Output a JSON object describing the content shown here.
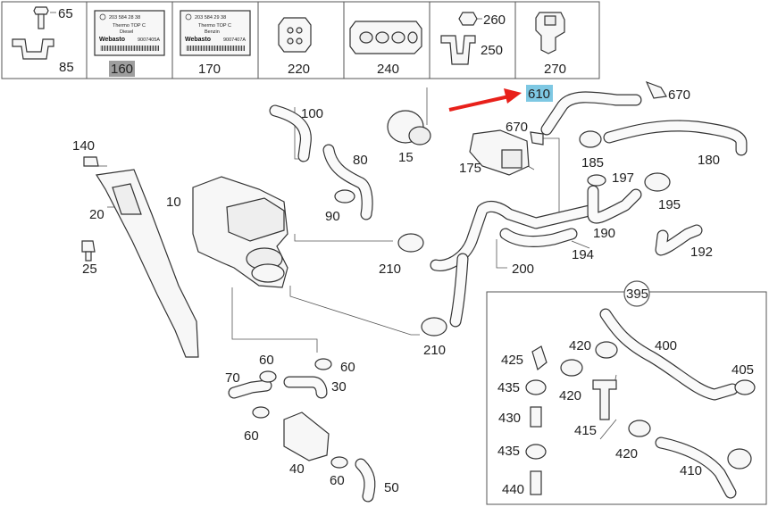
{
  "diagram": {
    "header_cells": [
      {
        "labels": [
          "65",
          "85"
        ]
      },
      {
        "label": "160",
        "highlighted": true,
        "sticker": {
          "code": "203 584 28 38",
          "line1": "Thermo TOP C",
          "line2": "Diesel",
          "brand": "Webasto",
          "partno": "9007405A"
        }
      },
      {
        "label": "170",
        "sticker": {
          "code": "203 584 29 38",
          "line1": "Thermo TOP C",
          "line2": "Benzin",
          "brand": "Webasto",
          "partno": "9007407A"
        }
      },
      {
        "label": "220"
      },
      {
        "label": "240"
      },
      {
        "labels": [
          "260",
          "250"
        ]
      },
      {
        "label": "270"
      }
    ],
    "callouts": [
      "610",
      "670",
      "670",
      "100",
      "80",
      "15",
      "175",
      "185",
      "180",
      "197",
      "195",
      "10",
      "90",
      "190",
      "194",
      "192",
      "140",
      "20",
      "25",
      "210",
      "200",
      "210",
      "395",
      "400",
      "420",
      "420",
      "405",
      "425",
      "435",
      "430",
      "415",
      "435",
      "420",
      "410",
      "440",
      "70",
      "60",
      "60",
      "30",
      "60",
      "40",
      "60",
      "50"
    ],
    "highlight_color": "#7ec8e3",
    "cell_highlight_color": "#9e9e9e",
    "arrow_color": "#e8201a"
  }
}
